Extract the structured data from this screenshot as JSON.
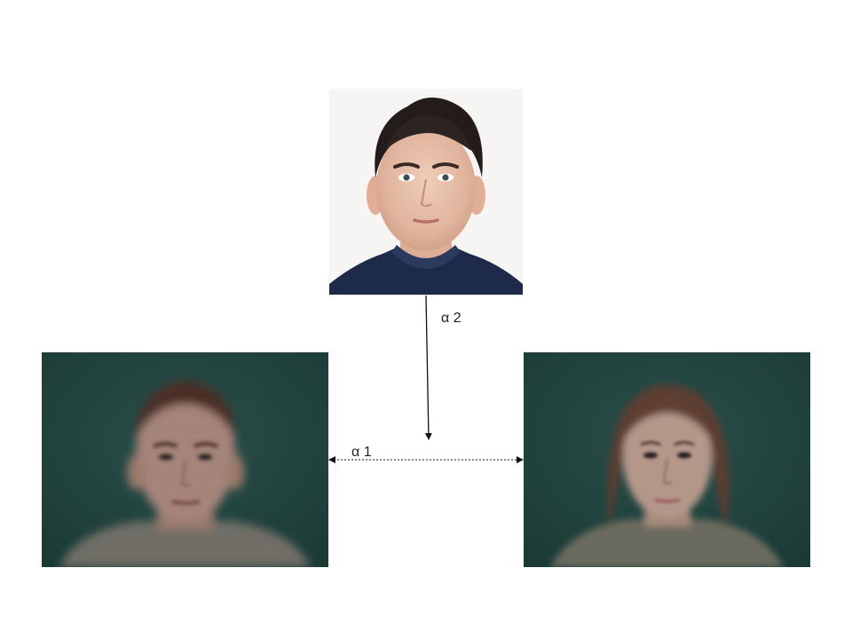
{
  "diagram": {
    "nodes": [
      {
        "id": "top",
        "description_icon": "young-man-portrait-photo"
      },
      {
        "id": "left",
        "description_icon": "average-male-face-blur-photo"
      },
      {
        "id": "right",
        "description_icon": "average-female-face-blur-photo"
      }
    ],
    "edges": [
      {
        "from": "top",
        "to": "alpha1-axis",
        "label": "α 2",
        "style": "solid",
        "arrowhead": "end"
      },
      {
        "from": "left",
        "to": "right",
        "label": "α 1",
        "style": "dotted",
        "arrowhead": "both"
      }
    ],
    "labels": {
      "alpha2": "α 2",
      "alpha1": "α 1"
    },
    "colors": {
      "background": "#ffffff",
      "photo_top_bg": "#f4f3f1",
      "photo_teal_bg": "#234843",
      "arrow": "#111111"
    }
  }
}
